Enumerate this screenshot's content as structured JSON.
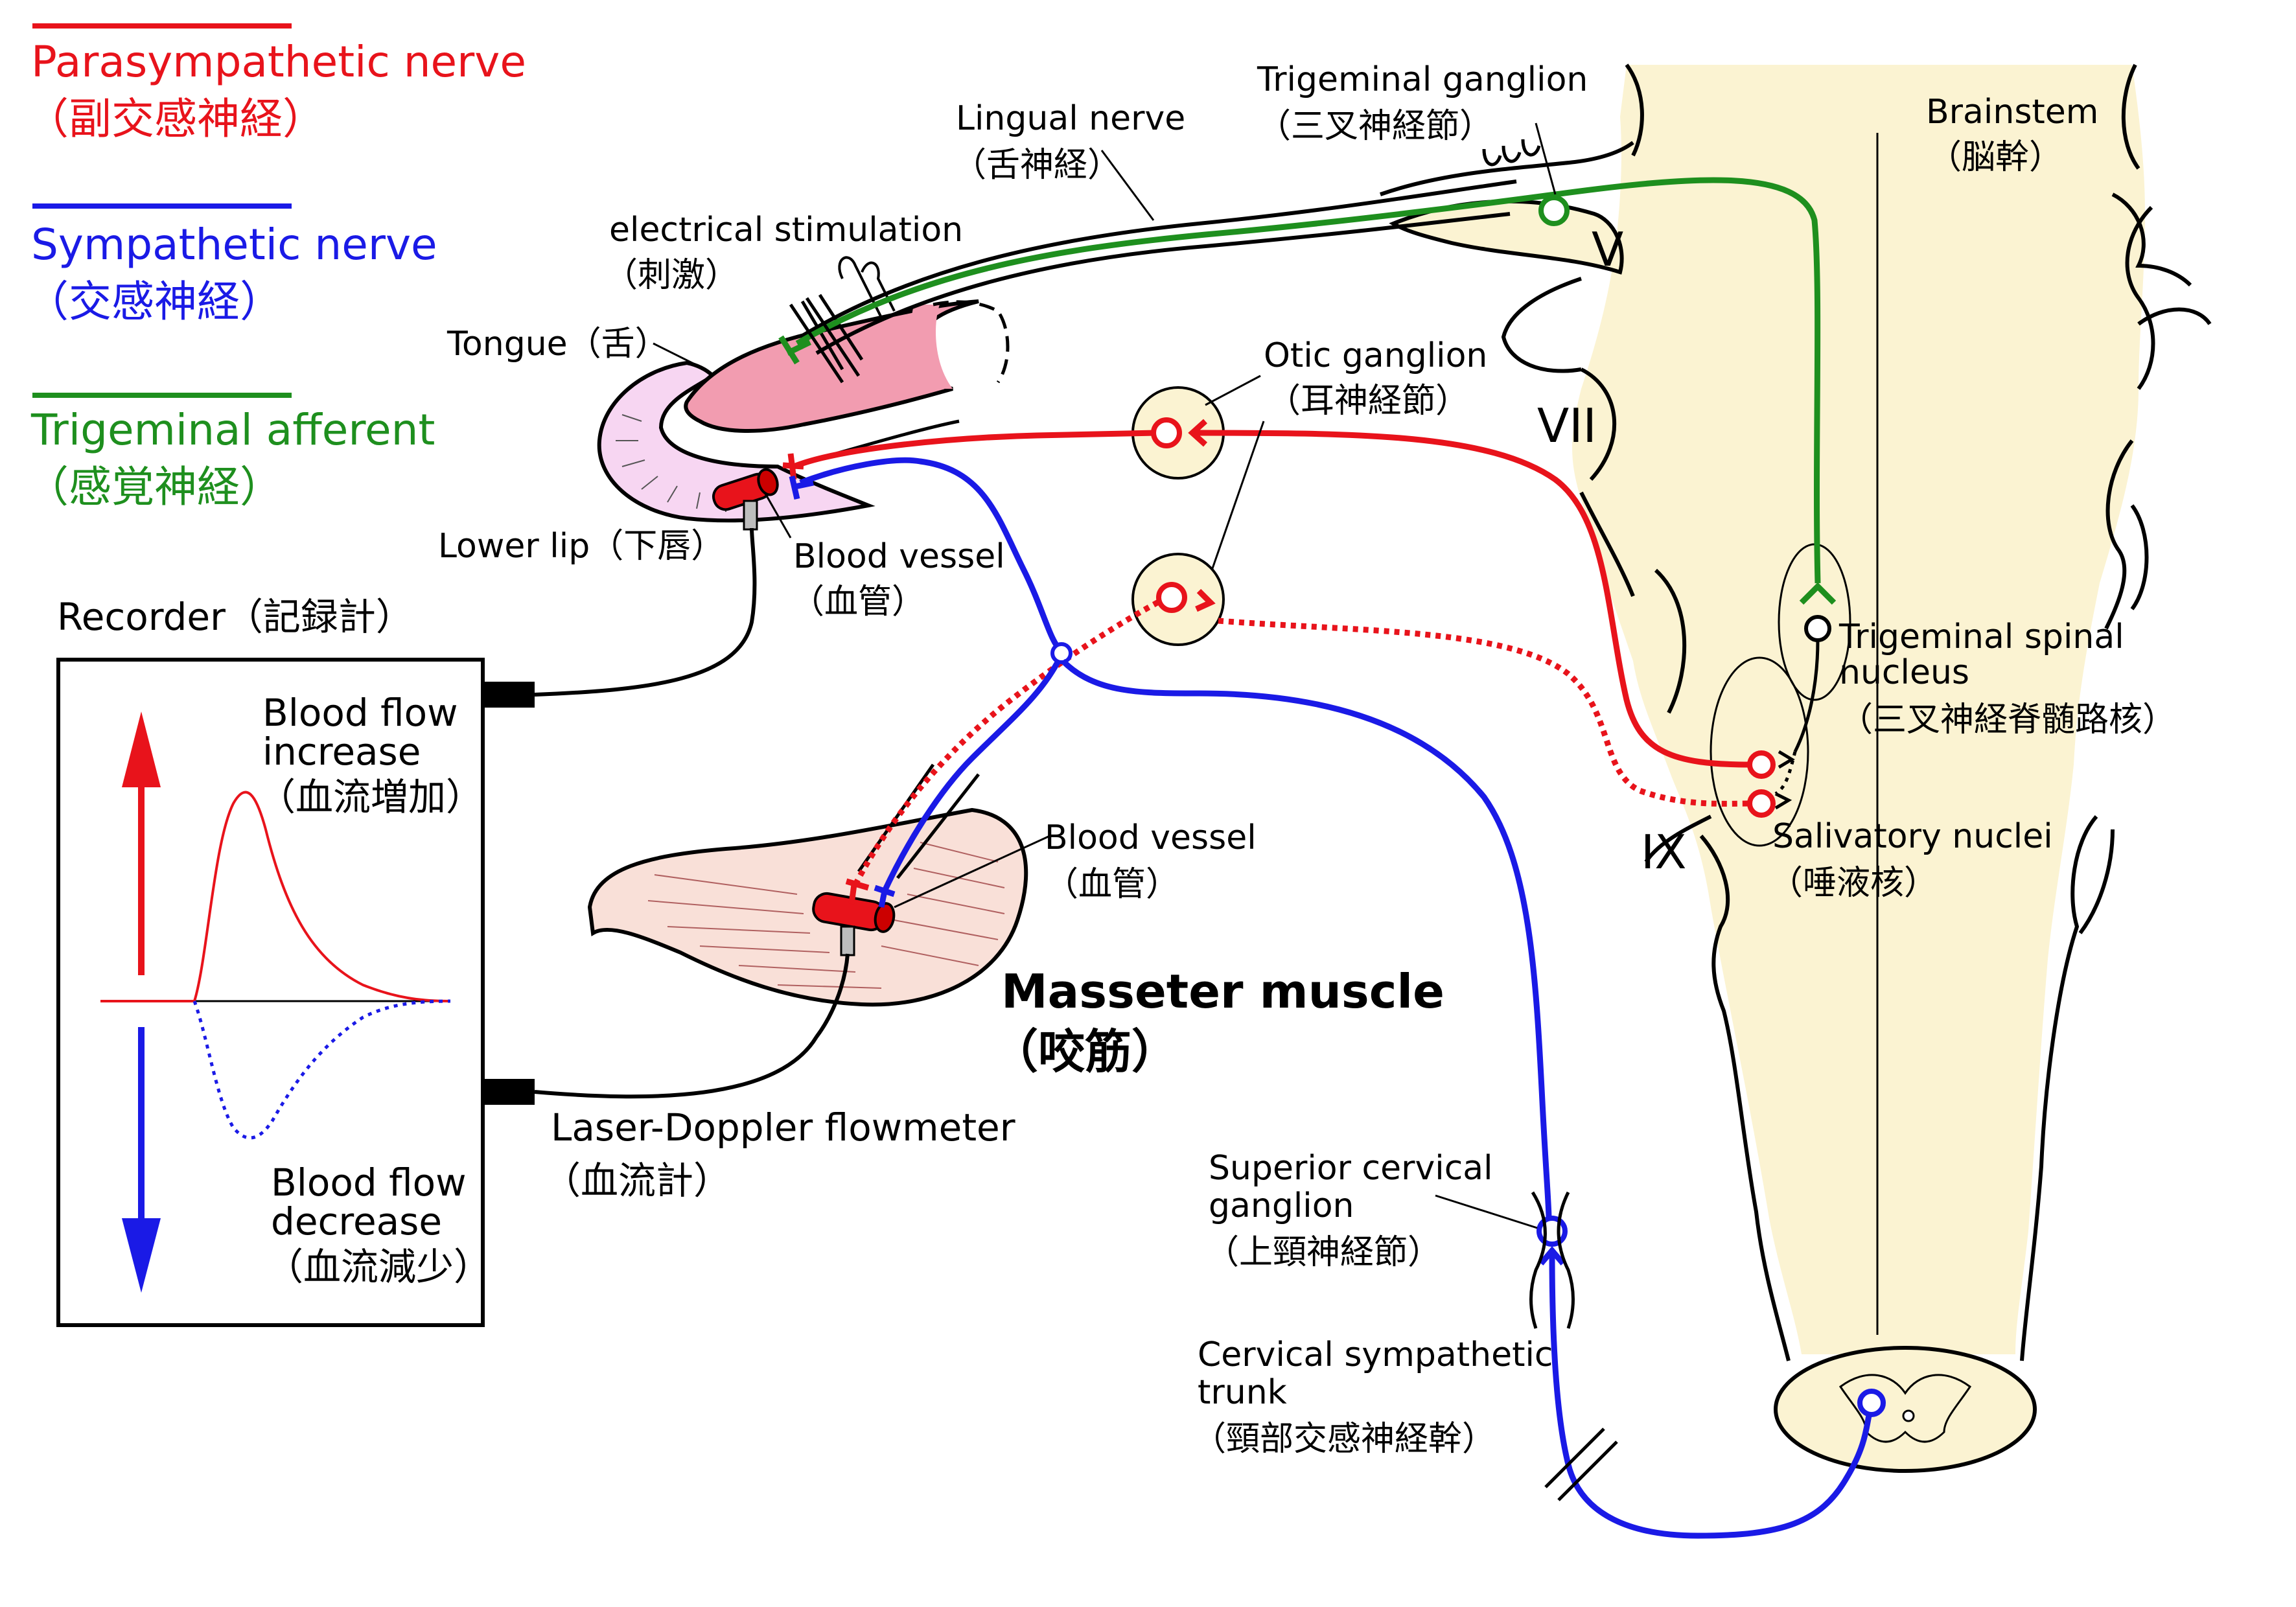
{
  "legend": {
    "parasympathetic": {
      "en": "Parasympathetic nerve",
      "ja": "（副交感神経）",
      "color": "#e8131b"
    },
    "sympathetic": {
      "en": "Sympathetic nerve",
      "ja": "（交感神経）",
      "color": "#1a1ae6"
    },
    "trigeminal": {
      "en": "Trigeminal afferent",
      "ja": "（感覚神経）",
      "color": "#1e8f1e"
    }
  },
  "labels": {
    "lingual_nerve": {
      "en": "Lingual nerve",
      "ja": "（舌神経）"
    },
    "trigeminal_ganglion": {
      "en": "Trigeminal ganglion",
      "ja": "（三叉神経節）"
    },
    "brainstem": {
      "en": "Brainstem",
      "ja": "（脳幹）"
    },
    "electrical_stimulation": {
      "en": "electrical stimulation",
      "ja": "（刺激）"
    },
    "tongue": "Tongue（舌）",
    "lower_lip": "Lower lip（下唇）",
    "blood_vessel_lip": {
      "en": "Blood vessel",
      "ja": "（血管）"
    },
    "otic_ganglion": {
      "en": "Otic ganglion",
      "ja": "（耳神経節）"
    },
    "nerve_v": "V",
    "nerve_vii": "VII",
    "nerve_ix": "IX",
    "trigeminal_spinal": {
      "en1": "Trigeminal spinal",
      "en2": "nucleus",
      "ja": "（三叉神経脊髄路核）"
    },
    "salivatory": {
      "en": "Salivatory nuclei",
      "ja": "（唾液核）"
    },
    "recorder": "Recorder（記録計）",
    "bf_increase": {
      "en1": "Blood flow",
      "en2": "increase",
      "ja": "（血流増加）"
    },
    "bf_decrease": {
      "en1": "Blood flow",
      "en2": "decrease",
      "ja": "（血流減少）"
    },
    "blood_vessel_muscle": {
      "en": "Blood vessel",
      "ja": "（血管）"
    },
    "masseter": {
      "en": "Masseter muscle",
      "ja": "（咬筋）"
    },
    "laser_doppler": {
      "en": "Laser-Doppler flowmeter",
      "ja": "（血流計）"
    },
    "superior_cervical": {
      "en1": "Superior cervical",
      "en2": "ganglion",
      "ja": "（上頸神経節）"
    },
    "cervical_trunk": {
      "en1": "Cervical sympathetic",
      "en2": "trunk",
      "ja": "（頸部交感神経幹）"
    }
  },
  "colors": {
    "parasympathetic": "#e8131b",
    "sympathetic": "#1a1ae6",
    "trigeminal": "#1e8f1e",
    "brainstem_fill": "#fbf3d2",
    "tongue_fill": "#f29cb0",
    "lip_fill": "#f7d6f2",
    "muscle_fill": "#f9e0d8"
  }
}
